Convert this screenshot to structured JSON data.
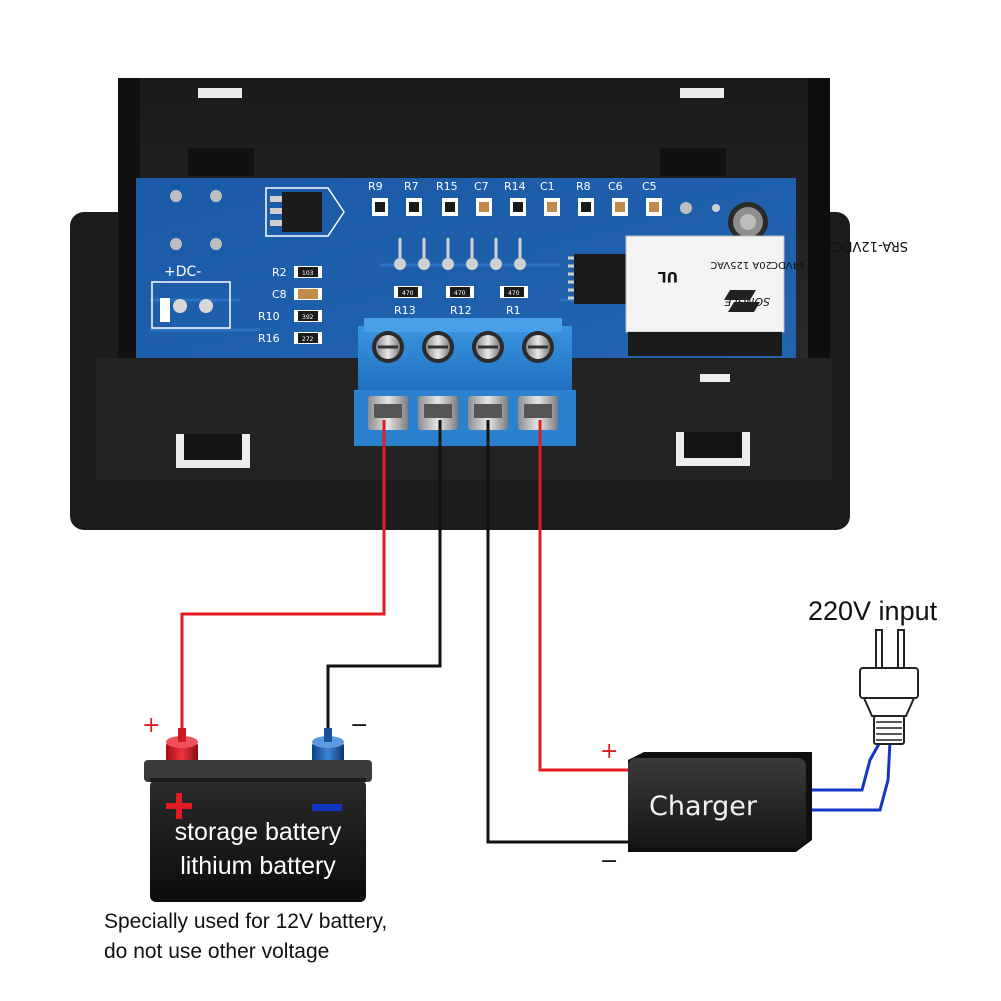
{
  "board": {
    "dc_label": "+DC-",
    "top_labels": [
      "R9",
      "R7",
      "R15",
      "C7",
      "R14",
      "C1",
      "R8",
      "C6",
      "C5"
    ],
    "left_labels": [
      "R2",
      "C8",
      "R10",
      "R16"
    ],
    "mid_labels": [
      "R13",
      "R12",
      "R1"
    ],
    "chip_codes": [
      "103",
      "470",
      "470",
      "470",
      "392",
      "272"
    ],
    "relay": {
      "model": "SRA-12VDC-CL",
      "rating1": "20A 14VDC",
      "rating2": "20A 125VAC",
      "brand": "SONGLE",
      "cert": "UL"
    }
  },
  "battery": {
    "line1": "storage battery",
    "line2": "lithium battery",
    "plus_sign": "+",
    "minus_sign": "−"
  },
  "charger": {
    "label": "Charger",
    "plus_sign": "+",
    "minus_sign": "−"
  },
  "input_label": "220V input",
  "note": {
    "line1": "Specially used for 12V battery,",
    "line2": "do not use other voltage"
  },
  "colors": {
    "pcb": "#1e5ca8",
    "terminal_block": "#2d86d4",
    "wire_positive": "#e11b22",
    "wire_negative": "#111111",
    "wire_ac": "#1436c4"
  }
}
